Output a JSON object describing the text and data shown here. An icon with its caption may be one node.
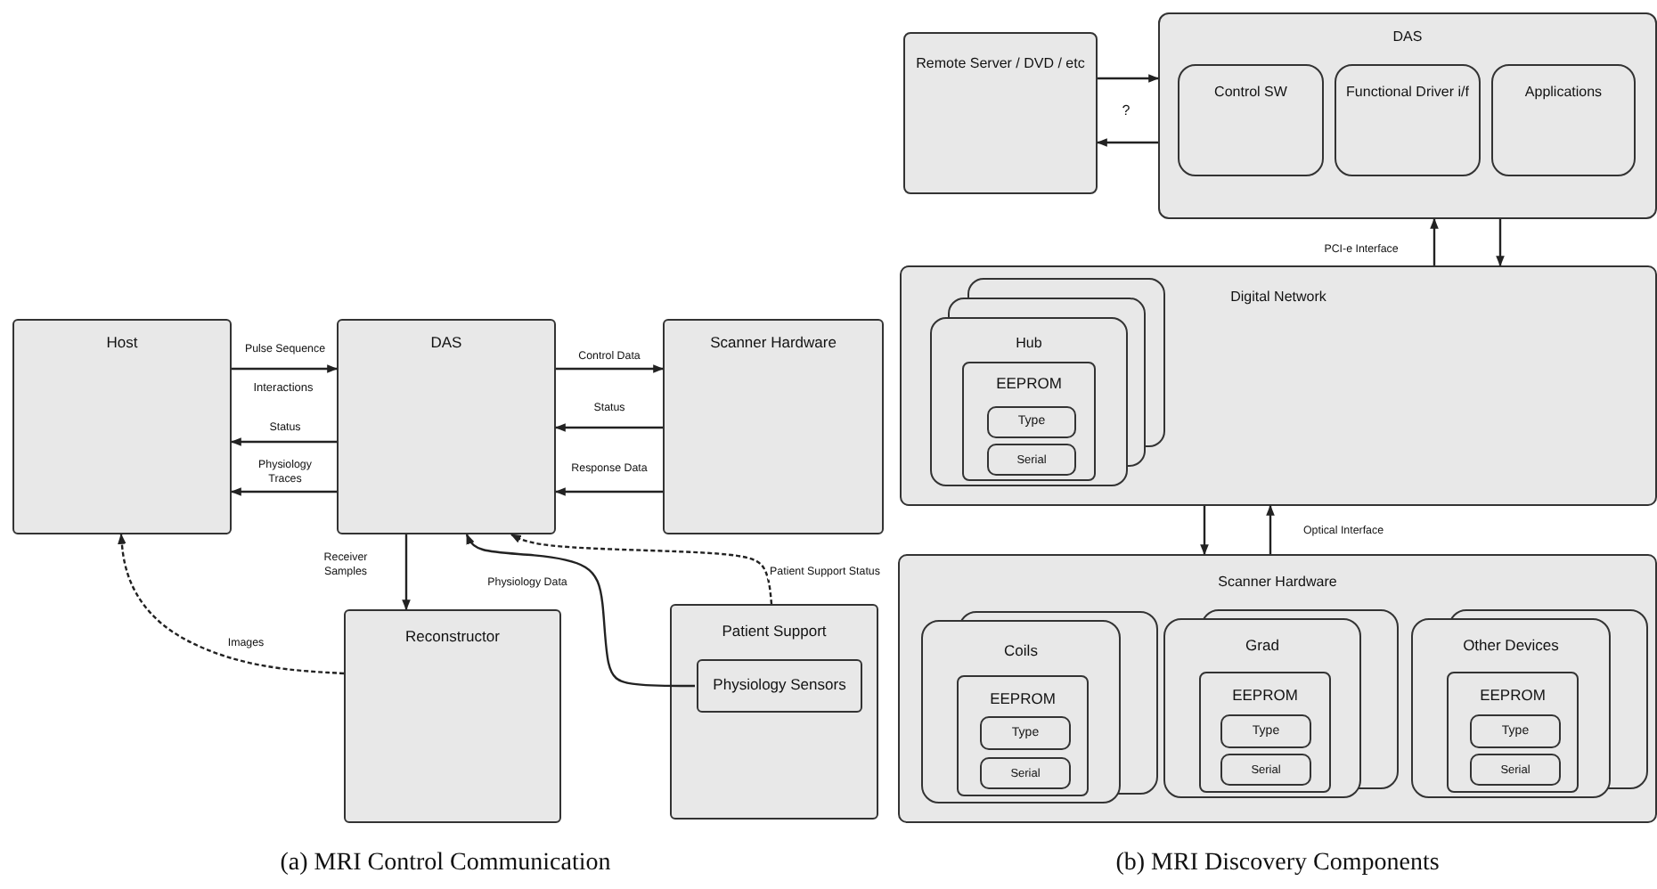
{
  "diagram": {
    "nodes": [
      {
        "text": [
          "Host"
        ]
      },
      {
        "text": [
          "DAS"
        ]
      },
      {
        "text": [
          "Scanner Hardware"
        ]
      },
      {
        "text": [
          "Reconstructor"
        ]
      },
      {
        "text": [
          "Patient Support"
        ]
      },
      {
        "text": [
          "Physiology Sensors"
        ],
        "in": 4
      },
      {
        "text": [
          "Remote Server / DVD / etc"
        ]
      },
      {
        "text": [
          "DAS"
        ]
      },
      {
        "text": [
          "Control SW"
        ],
        "in": 7
      },
      {
        "text": [
          "Functional Driver i/f"
        ],
        "in": 7
      },
      {
        "text": [
          "Applications"
        ],
        "in": 7
      },
      {
        "text": [
          "Digital Network"
        ]
      },
      {
        "text": [
          "Hub"
        ],
        "in": 11
      },
      {
        "text": [
          "EEPROM"
        ],
        "in": 12
      },
      {
        "text": [
          "Type"
        ],
        "in": 13
      },
      {
        "text": [
          "Serial"
        ],
        "in": 13
      },
      {
        "text": [
          "Scanner Hardware"
        ]
      },
      {
        "text": [
          "Coils"
        ],
        "in": 16
      },
      {
        "text": [
          "EEPROM"
        ],
        "in": 17
      },
      {
        "text": [
          "Type"
        ],
        "in": 18
      },
      {
        "text": [
          "Serial"
        ],
        "in": 18
      },
      {
        "text": [
          "Grad"
        ],
        "in": 16
      },
      {
        "text": [
          "EEPROM"
        ],
        "in": 21
      },
      {
        "text": [
          "Type"
        ],
        "in": 22
      },
      {
        "text": [
          "Serial"
        ],
        "in": 22
      },
      {
        "text": [
          "Other Devices"
        ],
        "in": 16
      },
      {
        "text": [
          "EEPROM"
        ],
        "in": 25
      },
      {
        "text": [
          "Type"
        ],
        "in": 26
      },
      {
        "text": [
          "Serial"
        ],
        "in": 26
      }
    ],
    "edges": [
      {
        "from": 0,
        "to": 1,
        "arrow": "to",
        "label": "Pulse Sequence"
      },
      {
        "from": 1,
        "to": 0,
        "arrow": "to",
        "label": "Status"
      },
      {
        "from": 1,
        "to": 0,
        "arrow": "to",
        "label": "Physiology Traces"
      },
      {
        "from": 1,
        "to": 2,
        "arrow": "to",
        "label": "Control Data"
      },
      {
        "from": 2,
        "to": 1,
        "arrow": "to",
        "label": "Status"
      },
      {
        "from": 2,
        "to": 1,
        "arrow": "to",
        "label": "Response Data"
      },
      {
        "from": 1,
        "to": 3,
        "arrow": "to",
        "label": "Receiver Samples"
      },
      {
        "from": 3,
        "to": 0,
        "arrow": "to",
        "label": "Images",
        "style": "dashed"
      },
      {
        "from": 5,
        "to": 1,
        "arrow": "to",
        "label": "Physiology Data"
      },
      {
        "from": 4,
        "to": 1,
        "arrow": "to",
        "label": "Patient Support Status",
        "style": "dashed"
      },
      {
        "from": 6,
        "to": 7,
        "arrow": "to"
      },
      {
        "from": 7,
        "to": 6,
        "arrow": "to"
      },
      {
        "from": 11,
        "to": 7,
        "arrow": "to",
        "label": "PCI-e Interface"
      },
      {
        "from": 7,
        "to": 11,
        "arrow": "to"
      },
      {
        "from": 11,
        "to": 16,
        "arrow": "to"
      },
      {
        "from": 16,
        "to": 11,
        "arrow": "to",
        "label": "Optical Interface"
      }
    ],
    "labels": [
      "Interactions",
      "?",
      "(a) MRI Control Communication",
      "(b) MRI Discovery Components"
    ]
  }
}
